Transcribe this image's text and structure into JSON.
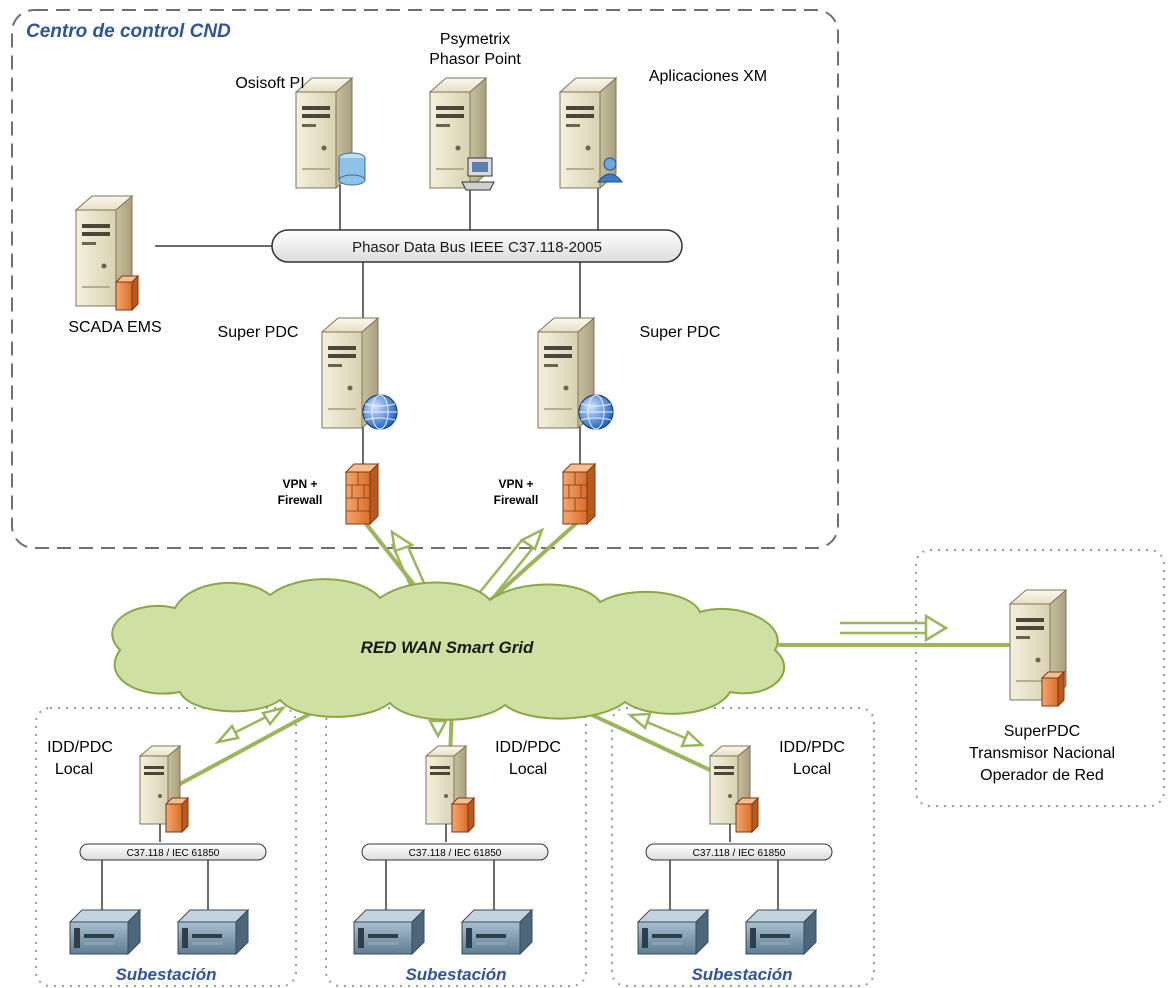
{
  "control_center": {
    "title": "Centro de control CND",
    "servers": {
      "osisoft": "Osisoft PI",
      "psymetrix_line1": "Psymetrix",
      "psymetrix_line2": "Phasor Point",
      "aplicaciones": "Aplicaciones XM",
      "scada": "SCADA EMS",
      "super_pdc_left": "Super PDC",
      "super_pdc_right": "Super PDC"
    },
    "bus_label": "Phasor Data Bus IEEE C37.118-2005",
    "firewall_line1": "VPN +",
    "firewall_line2": "Firewall"
  },
  "wan": {
    "label": "RED WAN Smart Grid"
  },
  "remote": {
    "line1": "SuperPDC",
    "line2": "Transmisor Nacional",
    "line3": "Operador de Red"
  },
  "substations": [
    {
      "pdc_line1": "IDD/PDC",
      "pdc_line2": "Local",
      "bus": "C37.118 / IEC 61850",
      "title": "Subestación"
    },
    {
      "pdc_line1": "IDD/PDC",
      "pdc_line2": "Local",
      "bus": "C37.118 / IEC 61850",
      "title": "Subestación"
    },
    {
      "pdc_line1": "IDD/PDC",
      "pdc_line2": "Local",
      "bus": "C37.118 / IEC 61850",
      "title": "Subestación"
    }
  ],
  "colors": {
    "title_blue": "#2f5597",
    "link_green": "#9bb55a",
    "cloud_fill": "#cfe0a3",
    "firewall_orange": "#e8894a",
    "server_beige": "#e9e3c8"
  }
}
